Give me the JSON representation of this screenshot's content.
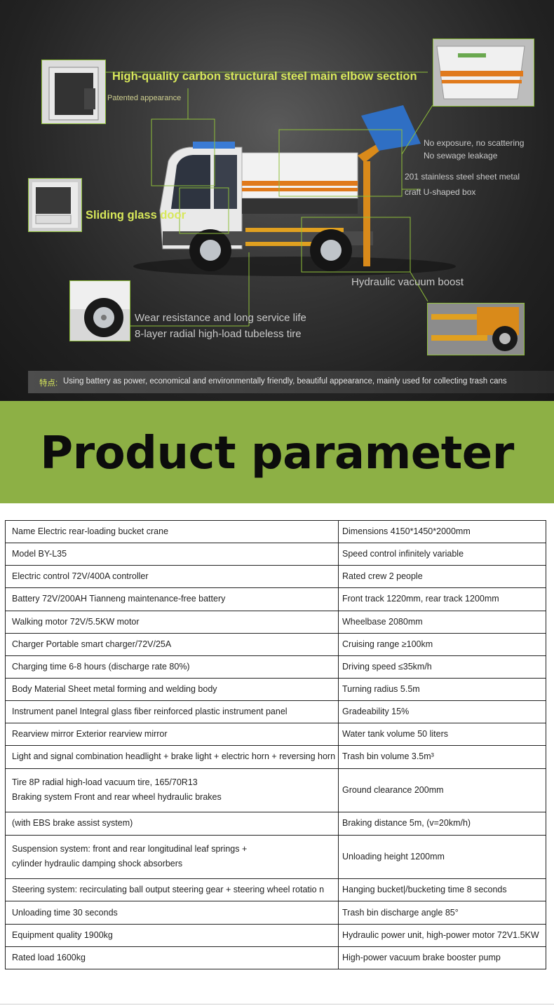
{
  "hero": {
    "callouts": {
      "steel_section": "High-quality carbon structural steel main elbow section",
      "patented": "Patented appearance",
      "no_exposure": "No exposure, no scattering",
      "no_sewage": "No sewage leakage",
      "stainless_1": "201 stainless steel sheet metal",
      "stainless_2": "craft U-shaped box",
      "sliding_door": "Sliding glass door",
      "hydraulic": "Hydraulic vacuum boost",
      "wear": "Wear resistance and long service life",
      "tire": "8-layer radial high-load tubeless tire"
    },
    "feature_label": "特点:",
    "feature_text": "Using battery as power, economical and environmentally friendly, beautiful appearance, mainly used for collecting trash cans"
  },
  "banner": {
    "title": "Product parameter"
  },
  "specs": [
    {
      "left": "Name Electric rear-loading bucket crane",
      "right": "Dimensions 4150*1450*2000mm"
    },
    {
      "left": "Model BY-L35",
      "right": "Speed control infinitely variable"
    },
    {
      "left": "Electric control 72V/400A controller",
      "right": "Rated crew 2 people"
    },
    {
      "left": "Battery 72V/200AH Tianneng maintenance-free battery",
      "right": "Front track 1220mm, rear track 1200mm"
    },
    {
      "left": "Walking motor 72V/5.5KW motor",
      "right": "Wheelbase 2080mm"
    },
    {
      "left": "Charger Portable smart charger/72V/25A",
      "right": "Cruising range ≥100km"
    },
    {
      "left": "Charging time 6-8 hours (discharge rate 80%)",
      "right": "Driving speed ≤35km/h"
    },
    {
      "left": "Body Material Sheet metal forming and welding body",
      "right": "Turning radius 5.5m"
    },
    {
      "left": "Instrument panel Integral glass fiber reinforced plastic instrument panel",
      "right": "Gradeability 15%"
    },
    {
      "left": "Rearview mirror Exterior rearview mirror",
      "right": "Water tank volume 50 liters"
    },
    {
      "left": "Light and signal combination headlight + brake light + electric horn + reversing horn",
      "right": "Trash bin volume 3.5m³"
    },
    {
      "left": "Tire 8P radial high-load vacuum tire, 165/70R13\nBraking system Front and rear wheel hydraulic brakes",
      "right": "Ground clearance 200mm"
    },
    {
      "left": "(with EBS brake assist system)",
      "right": "Braking distance 5m, (v=20km/h)"
    },
    {
      "left": "Suspension system: front and rear longitudinal leaf springs +\n cylinder hydraulic damping shock absorbers",
      "right": "Unloading height 1200mm"
    },
    {
      "left": "Steering system: recirculating ball output steering gear + steering wheel rotatio n",
      "right": "Hanging bucket|/bucketing time 8 seconds"
    },
    {
      "left": "Unloading time 30 seconds",
      "right": "Trash bin discharge angle 85°"
    },
    {
      "left": "Equipment quality 1900kg",
      "right": "Hydraulic power unit, high-power motor 72V1.5KW"
    },
    {
      "left": "Rated load 1600kg",
      "right": "High-power vacuum brake booster pump"
    }
  ]
}
